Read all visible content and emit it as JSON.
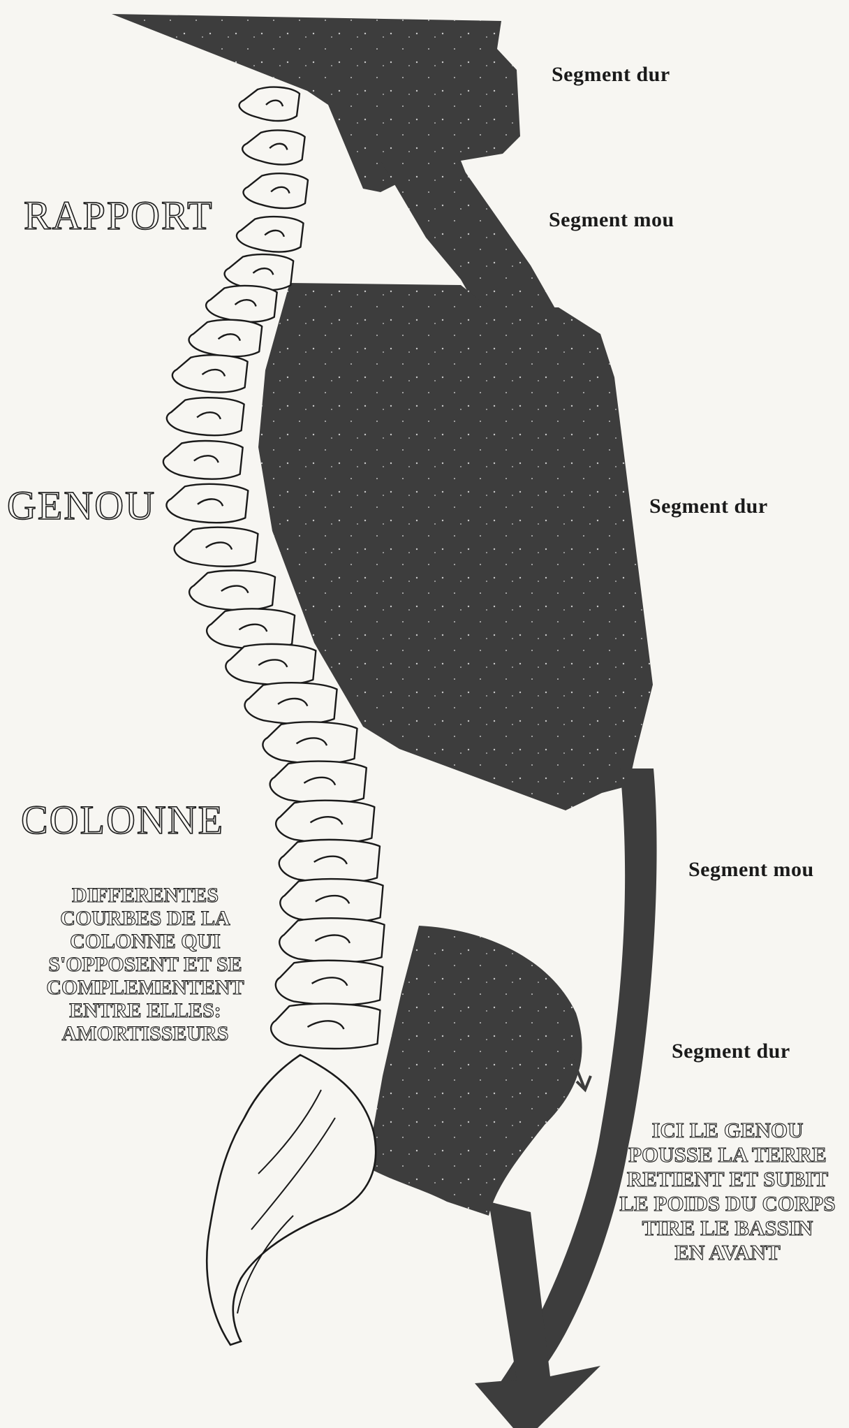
{
  "labels": {
    "segment_1": "Segment dur",
    "segment_2": "Segment mou",
    "segment_3": "Segment dur",
    "segment_4": "Segment mou",
    "segment_5": "Segment dur",
    "rapport": "RAPPORT",
    "genou": "GENOU",
    "colonne": "COLONNE"
  },
  "left_note": [
    "DIFFERENTES",
    "COURBES DE LA",
    "COLONNE QUI",
    "S'OPPOSENT ET SE",
    "COMPLEMENTENT",
    "ENTRE ELLES:",
    "AMORTISSEURS"
  ],
  "right_note": [
    "ICI LE GENOU",
    "POUSSE LA TERRE",
    "RETIENT ET SUBIT",
    "LE POIDS DU CORPS",
    "TIRE LE BASSIN",
    "EN AVANT"
  ],
  "colors": {
    "background": "#f7f6f2",
    "fill": "#3d3d3d",
    "ink": "#1a1a1a"
  }
}
